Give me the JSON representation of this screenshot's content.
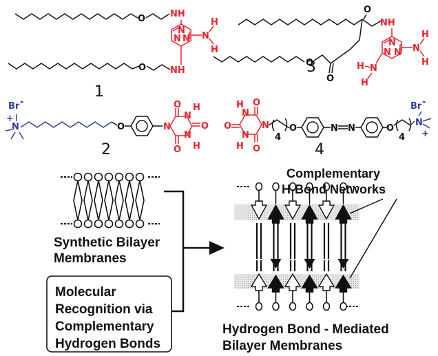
{
  "colors": {
    "hetero": "#e8232e",
    "cation": "#2b3c9b",
    "ink": "#111111"
  },
  "molecules": {
    "m1": {
      "number": "1",
      "atoms": {
        "o": "O",
        "nh": "NH",
        "n": "N",
        "h": "H"
      }
    },
    "m2": {
      "number": "2",
      "atoms": {
        "br": "Br",
        "minus": "-",
        "plus": "+",
        "n_cation": "N",
        "o": "O",
        "n": "N",
        "h": "H"
      }
    },
    "m3": {
      "number": "3",
      "atoms": {
        "o": "O",
        "nh": "NH",
        "n": "N",
        "h": "H"
      }
    },
    "m4": {
      "number": "4",
      "atoms": {
        "o": "O",
        "n": "N",
        "h": "H",
        "br": "Br",
        "minus": "-",
        "plus": "+",
        "n_cation": "N",
        "n_azo": "N",
        "repeat": "4"
      }
    }
  },
  "scheme": {
    "synthetic_label": [
      "Synthetic Bilayer",
      "Membranes"
    ],
    "recognition_label": [
      "Molecular",
      "Recognition via",
      "Complementary",
      "Hydrogen Bonds"
    ],
    "networks_label": [
      "Complementary",
      "H-Bond Networks"
    ],
    "mediated_label": [
      "Hydrogen Bond - Mediated",
      "Bilayer Membranes"
    ]
  }
}
